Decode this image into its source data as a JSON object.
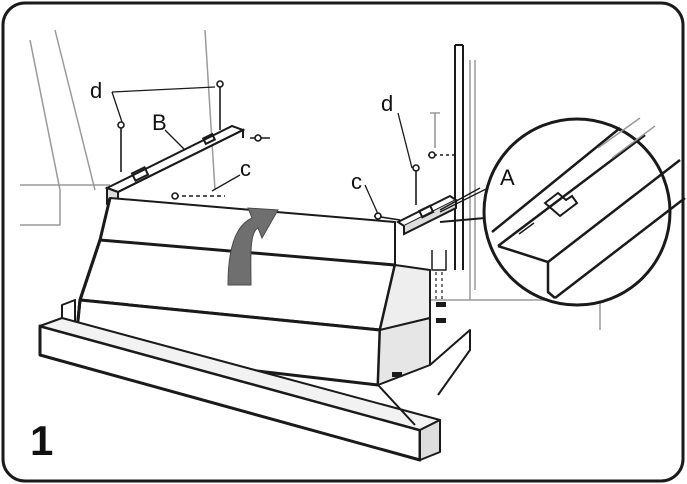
{
  "labels": {
    "d_left": "d",
    "b": "B",
    "c_left": "c",
    "d_right": "d",
    "c_right": "c",
    "a": "A"
  },
  "step_number": "1",
  "colors": {
    "line": "#1a1a1a",
    "light_line": "#9a9a9a",
    "arrow": "#6f6f6f",
    "background": "#ffffff"
  },
  "icons": {
    "arrow": "curved-up-arrow-icon",
    "zoom": "magnifier-detail-circle"
  }
}
